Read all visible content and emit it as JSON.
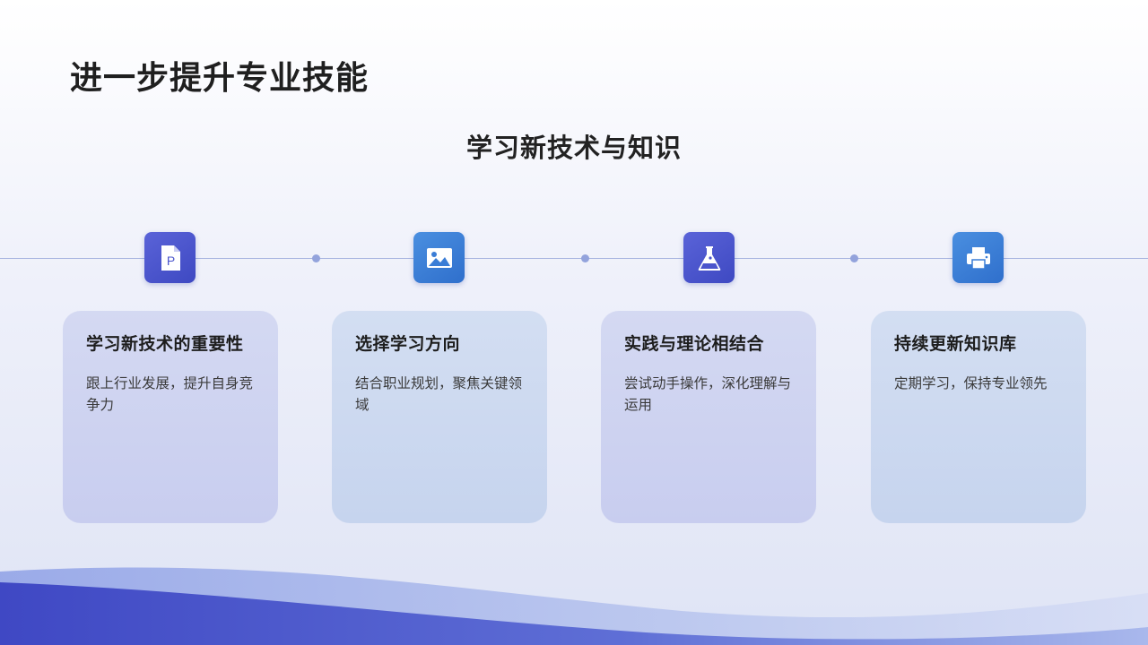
{
  "header": {
    "title": "进一步提升专业技能"
  },
  "section": {
    "subtitle": "学习新技术与知识"
  },
  "steps": [
    {
      "icon": "powerpoint-file-icon",
      "title": "学习新技术的重要性",
      "desc": "跟上行业发展，提升自身竞争力"
    },
    {
      "icon": "image-icon",
      "title": "选择学习方向",
      "desc": "结合职业规划，聚焦关键领域"
    },
    {
      "icon": "flask-icon",
      "title": "实践与理论相结合",
      "desc": "尝试动手操作，深化理解与运用"
    },
    {
      "icon": "printer-icon",
      "title": "持续更新知识库",
      "desc": "定期学习，保持专业领先"
    }
  ],
  "colors": {
    "accent_indigo": "#4a54cc",
    "accent_blue": "#3a7dd6",
    "timeline": "#a9b6e0",
    "wave": "#4a52c8"
  }
}
